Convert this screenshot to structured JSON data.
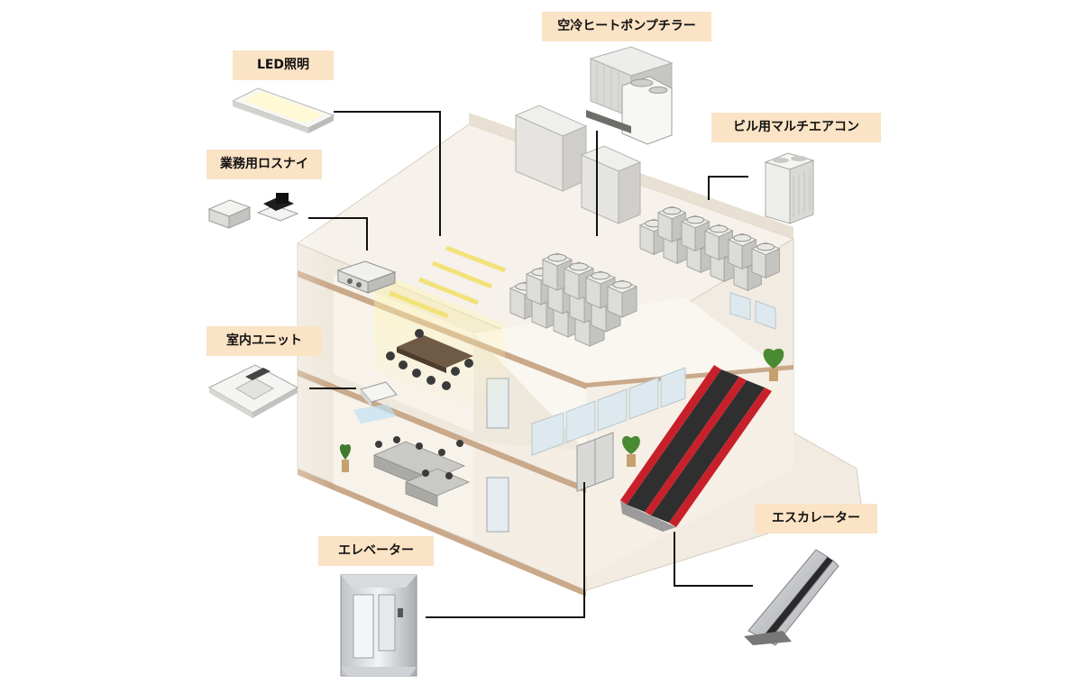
{
  "labels": {
    "led": "LED照明",
    "lossnay": "業務用ロスナイ",
    "indoor_unit": "室内ユニット",
    "elevator": "エレベーター",
    "chiller": "空冷ヒートポンプチラー",
    "building_multi": "ビル用マルチエアコン",
    "escalator": "エスカレーター"
  },
  "colors": {
    "label_bg": "#fbe3c6",
    "escalator_red": "#c8202a",
    "light_glow": "#f7e98a",
    "wall": "#f3ede4",
    "floor": "#ece4d8",
    "window": "#dde9ee"
  }
}
